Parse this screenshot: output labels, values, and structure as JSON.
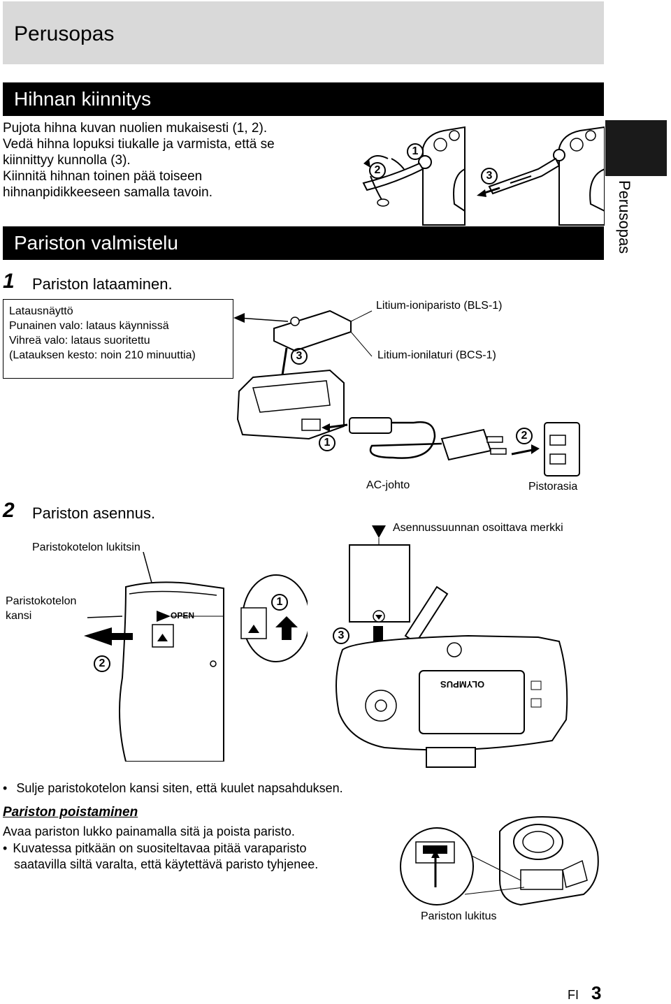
{
  "header": {
    "title": "Perusopas"
  },
  "side_tab": {
    "label": "Perusopas"
  },
  "strap": {
    "heading": "Hihnan kiinnitys",
    "lines": [
      "Pujota hihna kuvan nuolien mukaisesti (1, 2).",
      "Vedä hihna lopuksi tiukalle ja varmista, että se",
      "kiinnittyy kunnolla (3).",
      "Kiinnitä hihnan toinen pää toiseen",
      "hihnanpidikkeeseen samalla tavoin."
    ]
  },
  "battery_prep": {
    "heading": "Pariston valmistelu"
  },
  "step1": {
    "number": "1",
    "title": "Pariston lataaminen.",
    "box_lines": [
      "Latausnäyttö",
      "Punainen valo: lataus käynnissä",
      "Vihreä valo: lataus suoritettu",
      "(Latauksen kesto: noin 210 minuuttia)"
    ],
    "label_battery": "Litium-ioniparisto (BLS-1)",
    "label_charger": "Litium-ionilaturi (BCS-1)",
    "label_cord": "AC-johto",
    "label_outlet": "Pistorasia"
  },
  "step2": {
    "number": "2",
    "title": "Pariston asennus.",
    "label_lock": "Paristokotelon lukitsin",
    "label_cover": [
      "Paristokotelon",
      "kansi"
    ],
    "label_mark": "Asennussuunnan osoittava merkki",
    "open_text": "OPEN",
    "brand": "OLYMPUS"
  },
  "bullet1": "Sulje paristokotelon kansi siten, että kuulet napsahduksen.",
  "removal": {
    "heading": "Pariston poistaminen",
    "line": "Avaa pariston lukko painamalla sitä ja poista paristo.",
    "bullet_lines": [
      "Kuvatessa pitkään on suositeltavaa pitää varaparisto",
      "saatavilla siltä varalta, että käytettävä paristo tyhjenee."
    ],
    "label_lock": "Pariston lukitus"
  },
  "footer": {
    "lang": "FI",
    "page": "3"
  },
  "numbers": {
    "n1": "1",
    "n2": "2",
    "n3": "3"
  }
}
